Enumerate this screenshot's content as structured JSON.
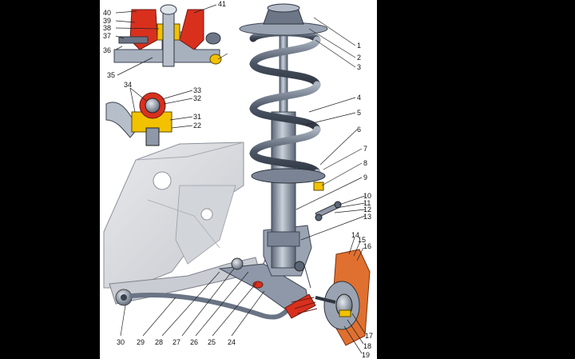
{
  "figure": {
    "background_color": "#000000",
    "panel_color": "#ffffff",
    "colors": {
      "metal_dark": "#5a6575",
      "metal_mid": "#8e98a8",
      "metal_light": "#c9d0da",
      "body_panel": "#d9dbe0",
      "rubber_red": "#d9301e",
      "bushing_yellow": "#f2c200",
      "brake_orange": "#e07030"
    },
    "callouts": [
      "1",
      "2",
      "3",
      "4",
      "5",
      "6",
      "7",
      "8",
      "9",
      "10",
      "11",
      "12",
      "13",
      "14",
      "15",
      "16",
      "17",
      "18",
      "19",
      "22",
      "24",
      "25",
      "26",
      "27",
      "28",
      "29",
      "30",
      "31",
      "32",
      "33",
      "34",
      "35",
      "36",
      "37",
      "38",
      "39",
      "40",
      "41"
    ]
  }
}
